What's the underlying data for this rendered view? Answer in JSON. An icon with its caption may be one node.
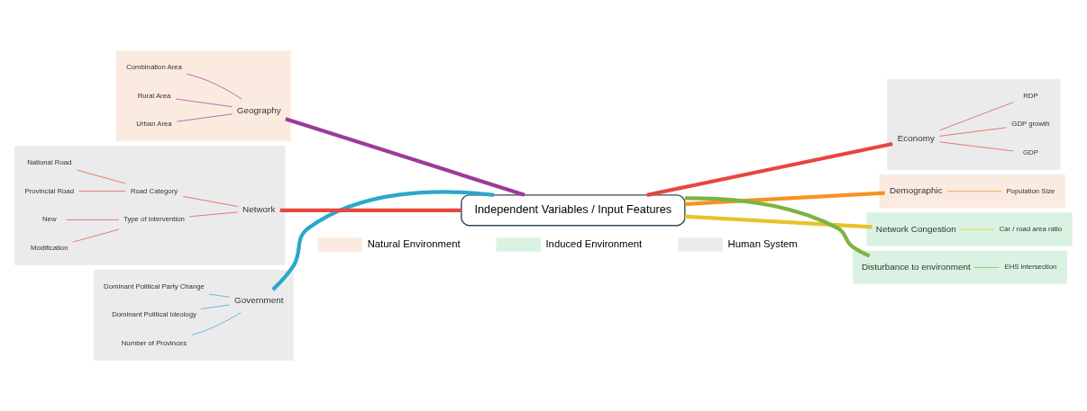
{
  "diagram": {
    "nodes": [
      {
        "text": [],
        "shape": "band"
      },
      {
        "text": [
          "Network"
        ],
        "in": 0
      },
      {
        "text": [
          "Road Category"
        ],
        "in": 0
      },
      {
        "text": [
          "National Road"
        ],
        "in": 0
      },
      {
        "text": [
          "Provincial Road"
        ],
        "in": 0
      },
      {
        "text": [
          "Type of intervention"
        ],
        "in": 0
      },
      {
        "text": [
          "New"
        ],
        "in": 0
      },
      {
        "text": [
          "Modification"
        ],
        "in": 0
      },
      {
        "text": [],
        "shape": "band"
      },
      {
        "text": [
          "Geography"
        ],
        "in": 8
      },
      {
        "text": [
          "Combination Area"
        ],
        "in": 8
      },
      {
        "text": [
          "Rural Area"
        ],
        "in": 8
      },
      {
        "text": [
          "Urban Area"
        ],
        "in": 8
      },
      {
        "text": [],
        "shape": "band"
      },
      {
        "text": [
          "Government"
        ],
        "in": 13
      },
      {
        "text": [
          "Dominant Political Party Change"
        ],
        "in": 13
      },
      {
        "text": [
          "Dominant Political Ideology"
        ],
        "in": 13
      },
      {
        "text": [
          "Number of Provinces"
        ],
        "in": 13
      },
      {
        "text": [
          "Independent Variables / Input Features"
        ]
      },
      {
        "text": [],
        "shape": "band"
      },
      {
        "text": [
          "Economy"
        ],
        "in": 19
      },
      {
        "text": [
          "GDP"
        ],
        "in": 19
      },
      {
        "text": [
          "GDP growth"
        ],
        "in": 19
      },
      {
        "text": [
          "RDP"
        ],
        "in": 19
      },
      {
        "text": [],
        "shape": "band"
      },
      {
        "text": [
          "Demographic"
        ],
        "in": 24
      },
      {
        "text": [
          "Population Size"
        ],
        "in": 24
      },
      {
        "text": [],
        "shape": "band"
      },
      {
        "text": [
          "Network Congestion"
        ],
        "in": 27
      },
      {
        "text": [
          "Car / road area ratio"
        ],
        "in": 27
      },
      {
        "text": [],
        "shape": "band"
      },
      {
        "text": [
          "Disturbance to environment"
        ],
        "in": 30
      },
      {
        "text": [
          "EHS intersection"
        ],
        "in": 30
      }
    ],
    "edges": [
      {
        "from": 1,
        "to": 18,
        "arrow": "none",
        "style": "thick"
      },
      {
        "from": 9,
        "to": 18,
        "arrow": "none",
        "style": "thick",
        "color": "#9b3b9b"
      },
      {
        "from": 14,
        "to": 18,
        "arrow": "none",
        "style": "thick",
        "color": "#2aa8c8"
      },
      {
        "from": 18,
        "to": 20,
        "arrow": "none",
        "style": "thick"
      },
      {
        "from": 18,
        "to": 25,
        "arrow": "none",
        "style": "thick",
        "color": "#f7931e"
      },
      {
        "from": 18,
        "to": 28,
        "arrow": "none",
        "style": "thick",
        "color": "#e8c22a"
      },
      {
        "from": 18,
        "to": 31,
        "arrow": "none",
        "style": "thick",
        "color": "#7cb342"
      },
      {
        "from": 2,
        "to": 1,
        "arrow": "none"
      },
      {
        "from": 5,
        "to": 1,
        "arrow": "none"
      },
      {
        "from": 3,
        "to": 2,
        "arrow": "none"
      },
      {
        "from": 4,
        "to": 2,
        "arrow": "none"
      },
      {
        "from": 6,
        "to": 5,
        "arrow": "none"
      },
      {
        "from": 7,
        "to": 5,
        "arrow": "none"
      },
      {
        "from": 10,
        "to": 9,
        "arrow": "none",
        "color": "#9b3b9b"
      },
      {
        "from": 11,
        "to": 9,
        "arrow": "none",
        "color": "#9b3b9b"
      },
      {
        "from": 12,
        "to": 9,
        "arrow": "none",
        "color": "#9b3b9b"
      },
      {
        "from": 15,
        "to": 14,
        "arrow": "none",
        "color": "#2aa8c8"
      },
      {
        "from": 16,
        "to": 14,
        "arrow": "none",
        "color": "#2aa8c8"
      },
      {
        "from": 17,
        "to": 14,
        "arrow": "none",
        "color": "#2aa8c8"
      },
      {
        "from": 20,
        "to": 21,
        "arrow": "none"
      },
      {
        "from": 20,
        "to": 22,
        "arrow": "none"
      },
      {
        "from": 20,
        "to": 23,
        "arrow": "none"
      },
      {
        "from": 25,
        "to": 26,
        "arrow": "none",
        "color": "#f7931e"
      },
      {
        "from": 28,
        "to": 29,
        "arrow": "none",
        "color": "#e8c22a"
      },
      {
        "from": 31,
        "to": 32,
        "arrow": "none",
        "color": "#7cb342"
      }
    ],
    "legend": [
      {
        "text": "Natural Environment",
        "color": "#fbeadf"
      },
      {
        "text": "Induced Environment",
        "color": "#daf2e2"
      },
      {
        "text": "Human System",
        "color": "#ebebeb"
      }
    ]
  }
}
